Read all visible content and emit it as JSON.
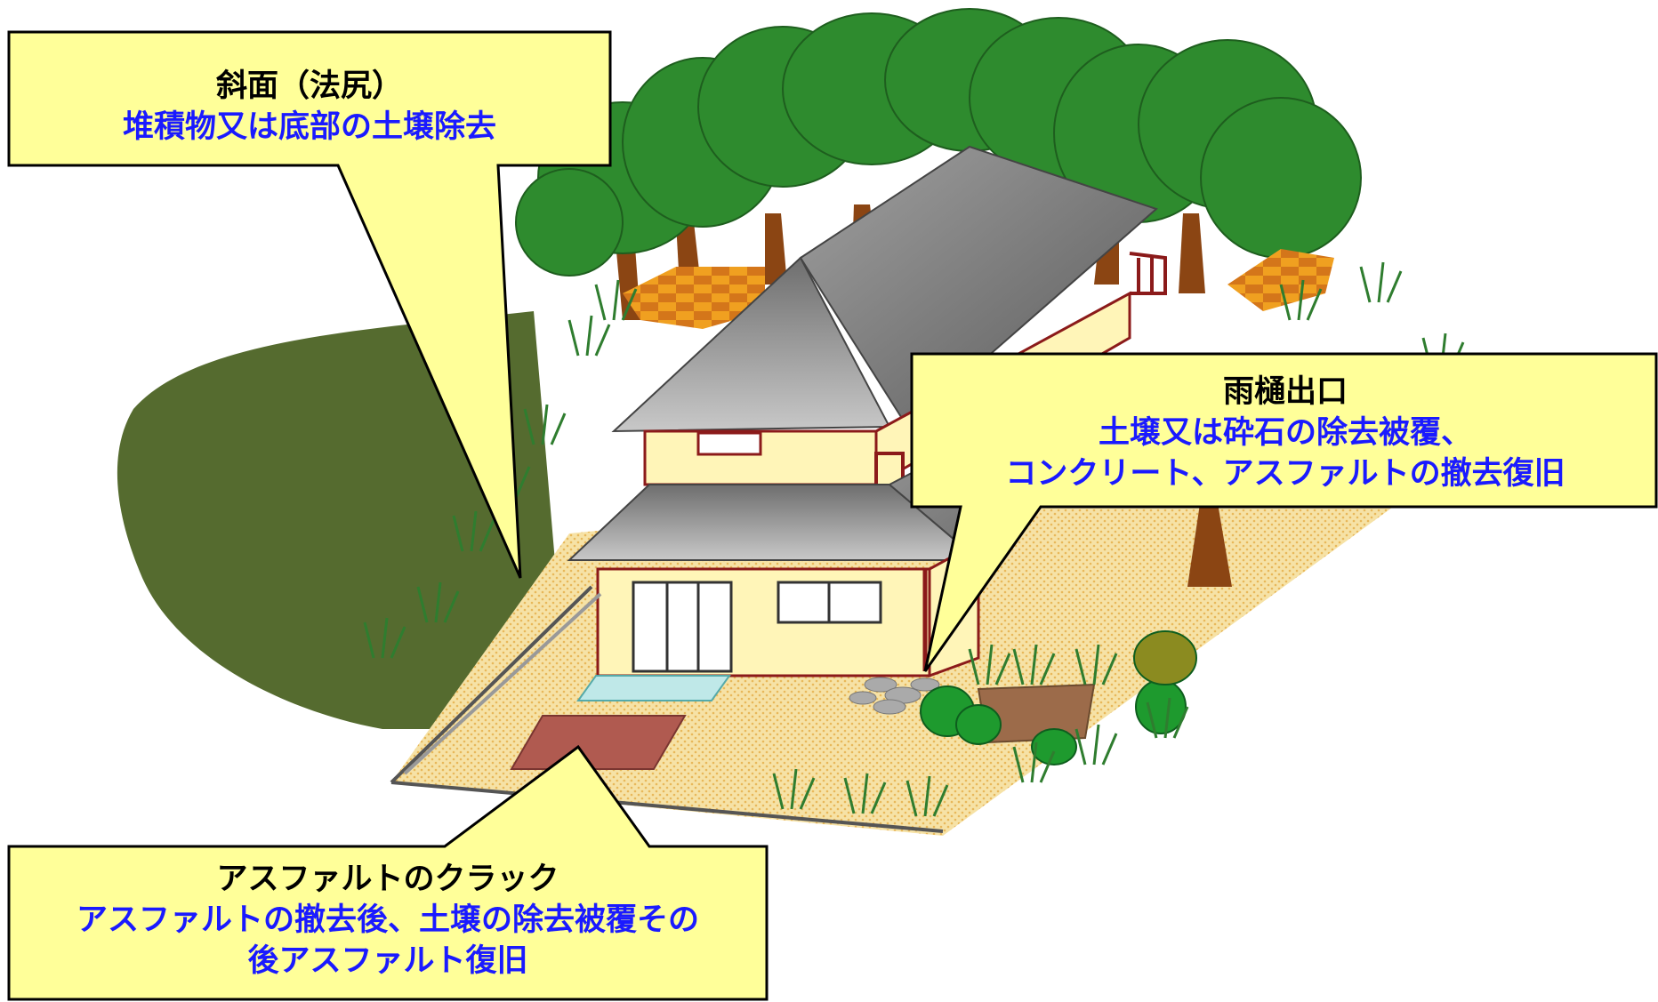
{
  "callouts": {
    "slope": {
      "title": "斜面（法尻）",
      "detail": "堆積物又は底部の土壌除去"
    },
    "gutter": {
      "title": "雨樋出口",
      "detail_line1": "土壌又は砕石の除去被覆、",
      "detail_line2": "コンクリート、アスファルトの撤去復旧"
    },
    "asphalt": {
      "title": "アスファルトのクラック",
      "detail_line1": "アスファルトの撤去後、土壌の除去被覆その",
      "detail_line2": "後アスファルト復旧"
    }
  },
  "colors": {
    "callout_fill": "#ffff99",
    "callout_title": "#000000",
    "callout_detail": "#1a1aff",
    "hill": "#556b2f",
    "tree_foliage": "#2e8b2e",
    "tree_trunk": "#8b4513",
    "roof": "#8c8c8c",
    "wall": "#fff5b8",
    "trim": "#8b1a1a",
    "yard": "#f5dc9a",
    "asphalt_patch": "#b05a50",
    "grass": "#2f7d2f"
  }
}
